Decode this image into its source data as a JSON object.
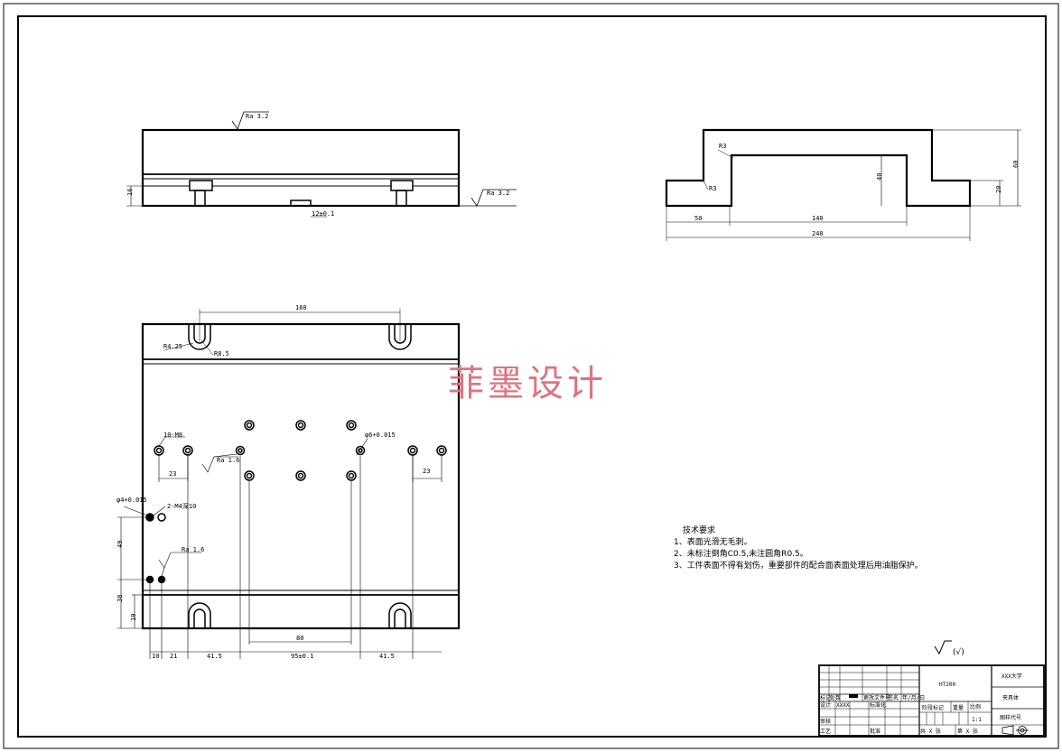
{
  "top_view": {
    "roughness_top": "Ra 3.2",
    "roughness_right": "Ra 3.2",
    "dim_height": "16",
    "dim_slot": "12±0.1"
  },
  "side_view": {
    "radius_top": "R3",
    "radius_bottom": "R3",
    "dim_50": "50",
    "dim_140": "140",
    "dim_240": "240",
    "dim_40": "40",
    "dim_60": "60",
    "dim_20": "20"
  },
  "plan_view": {
    "dim_160": "160",
    "r425": "R4.25",
    "r85": "R8.5",
    "holes_10m8": "10-M8",
    "dim_23_left": "23",
    "dim_23_right": "23",
    "ra16_a": "Ra 1.6",
    "ra16_b": "Ra 1.6",
    "hole_phi6": "φ6+0.015",
    "pin_phi4": "φ4+0.015",
    "m4": "2-M4深10",
    "dim_49": "49",
    "dim_38": "38",
    "dim_10v": "10",
    "dim_80": "80",
    "dim_10": "10",
    "dim_21": "21",
    "dim_415a": "41.5",
    "dim_95": "95±0.1",
    "dim_415b": "41.5"
  },
  "watermark": "菲墨设计",
  "tech_requirements": {
    "title": "技术要求",
    "items": [
      "1、表面光滑无毛刺。",
      "2、未标注倒角C0.5,未注圆角R0.5。",
      "3、工件表面不得有划伤，重要部件的配合面表面处理后用油脂保护。"
    ]
  },
  "general_roughness": "(√)",
  "title_block": {
    "material": "HT200",
    "school": "XXX大学",
    "part_name": "夹具体",
    "drawing_no": "图样代号",
    "scale_label": "比例",
    "scale": "1:1",
    "weight_label": "重量",
    "stage_label": "阶段标记",
    "designer_label": "设计",
    "designer": "XXXX",
    "standard_label": "标准化",
    "review_label": "审核",
    "process_label": "工艺",
    "approve_label": "批准",
    "mark_label": "标记",
    "count_label": "处数",
    "change_label": "更改文件号",
    "sign_label": "签名",
    "date_label": "年/月/日",
    "sheets": "共 X 张",
    "sheet": "第 X 张"
  }
}
